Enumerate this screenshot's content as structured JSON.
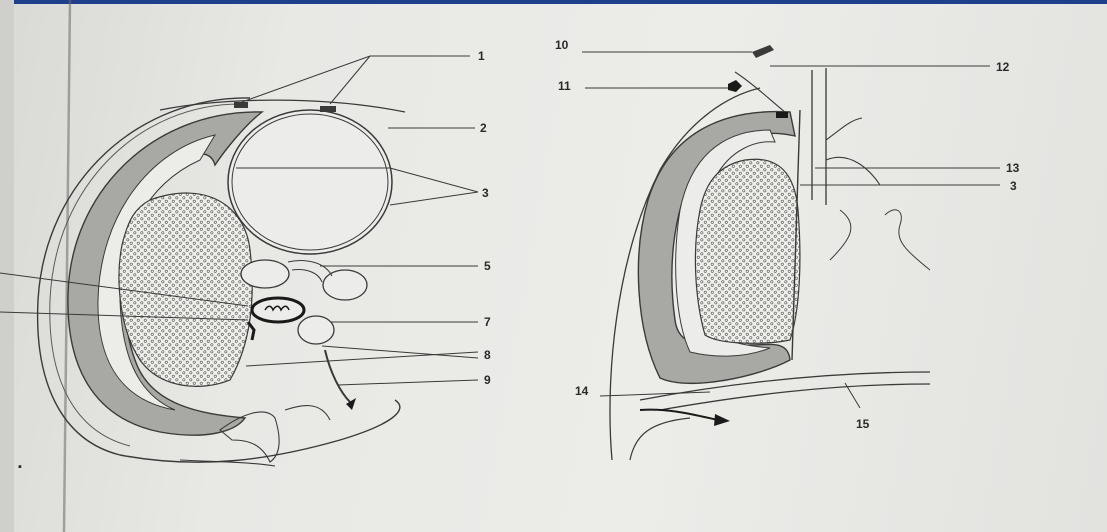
{
  "labels": {
    "l1": "1",
    "l2": "2",
    "l3a": "3",
    "l5": "5",
    "l7": "7",
    "l8": "8",
    "l9": "9",
    "l10": "10",
    "l11": "11",
    "l12": "12",
    "l13": "13",
    "l3b": "3",
    "l14": "14",
    "l15": "15"
  },
  "colors": {
    "paper": "#e8e8e5",
    "line": "#3a3a3a",
    "tissue": "#a8a8a4",
    "topbar": "#1e3f8a"
  }
}
